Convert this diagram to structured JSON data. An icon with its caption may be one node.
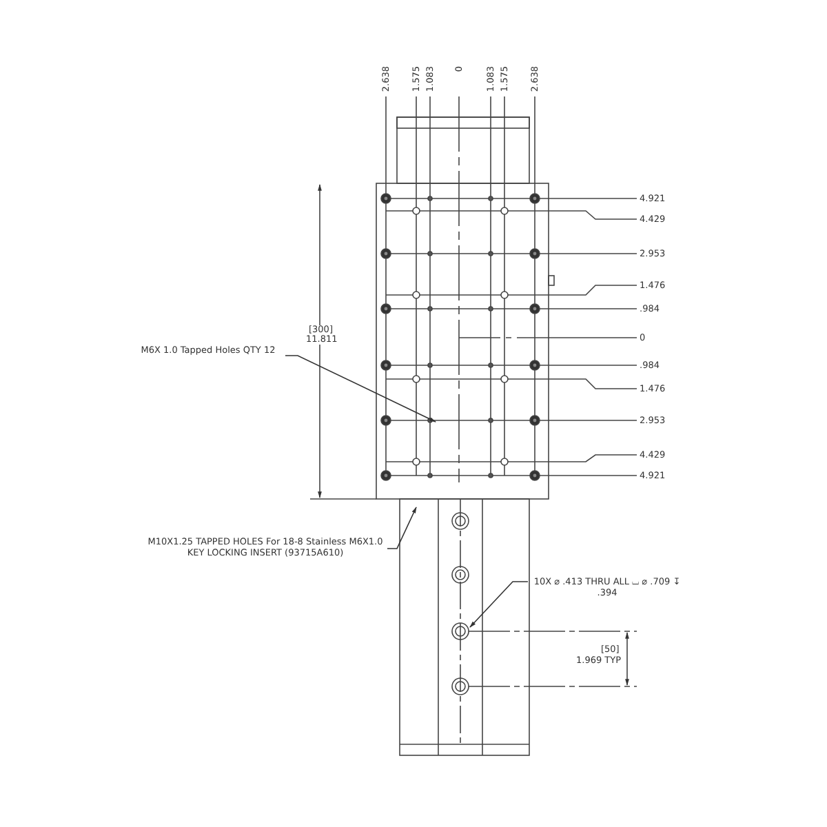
{
  "diagram": {
    "nodes": [
      {
        "text": [
          "M6X 1.0 Tapped Holes QTY 12"
        ]
      },
      {
        "text": [
          "M10X1.25 TAPPED HOLES For 18-8 Stainless M6X1.0 KEY LOCKING INSERT (93715A610)"
        ]
      },
      {
        "text": [
          "10X ⌀ .413 THRU ALL ⌴ ⌀ .709 ↧ .394"
        ]
      }
    ],
    "edges": [
      {
        "from": 0,
        "to": null,
        "arrow": "to"
      },
      {
        "from": 1,
        "to": null,
        "arrow": "to"
      },
      {
        "from": 2,
        "to": null,
        "arrow": "to"
      }
    ],
    "labels": [
      "2.638",
      "1.575",
      "1.083",
      "0",
      "1.083",
      "1.575",
      "2.638",
      "4.921",
      "4.429",
      "2.953",
      "1.476",
      ".984",
      "0",
      ".984",
      "1.476",
      "2.953",
      "4.429",
      "4.921",
      "[300]",
      "11.811",
      "[50]",
      "1.969 TYP"
    ]
  }
}
